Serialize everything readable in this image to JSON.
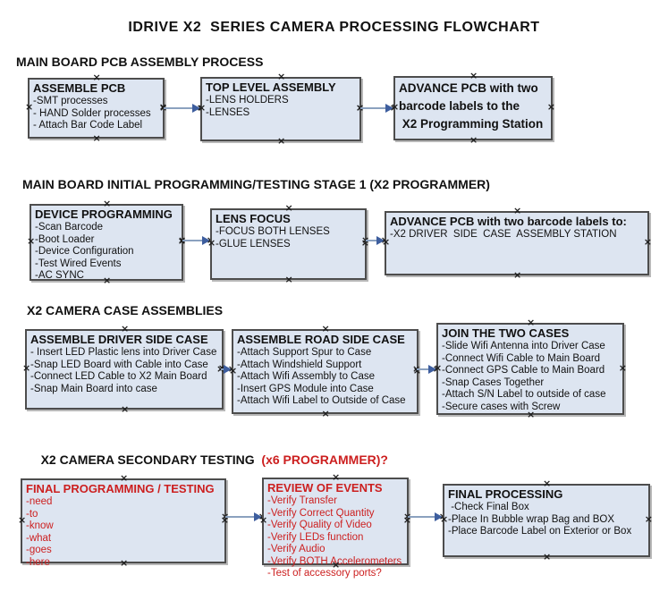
{
  "title": "IDRIVE X2  SERIES CAMERA PROCESSING FLOWCHART",
  "colors": {
    "box_fill": "#dde5f1",
    "box_border": "#4d4d4d",
    "red": "#cc1f1f",
    "arrow_line": "#8ba1bf",
    "arrow_head": "#3e5e9e"
  },
  "sections": [
    {
      "header": "MAIN BOARD PCB ASSEMBLY PROCESS",
      "boxes": [
        {
          "title": "ASSEMBLE PCB",
          "items": [
            "-SMT processes",
            "- HAND Solder processes",
            "- Attach Bar Code Label"
          ]
        },
        {
          "title": "TOP LEVEL ASSEMBLY",
          "items": [
            "-LENS HOLDERS",
            "-LENSES"
          ]
        },
        {
          "title": "ADVANCE PCB with two\nbarcode labels to the\n X2 Programming Station",
          "items": []
        }
      ]
    },
    {
      "header": "MAIN BOARD INITIAL PROGRAMMING/TESTING STAGE 1 (X2 PROGRAMMER)",
      "boxes": [
        {
          "title": "DEVICE PROGRAMMING",
          "items": [
            "-Scan Barcode",
            "-Boot Loader",
            "-Device Configuration",
            "-Test Wired Events",
            "-AC SYNC"
          ]
        },
        {
          "title": "LENS FOCUS",
          "items": [
            "-FOCUS BOTH LENSES",
            "-GLUE LENSES"
          ]
        },
        {
          "title": "ADVANCE PCB with two barcode labels to:",
          "items": [
            "-X2 DRIVER  SIDE  CASE  ASSEMBLY STATION"
          ]
        }
      ]
    },
    {
      "header": "X2 CAMERA CASE ASSEMBLIES",
      "boxes": [
        {
          "title": "ASSEMBLE DRIVER SIDE CASE",
          "items": [
            "- Insert LED Plastic lens into Driver Case",
            "-Snap LED Board with Cable into Case",
            "-Connect LED Cable to X2 Main Board",
            "-Snap Main Board into case"
          ]
        },
        {
          "title": "ASSEMBLE ROAD SIDE CASE",
          "items": [
            "-Attach Support Spur to Case",
            "-Attach Windshield Support",
            "-Attach Wifi Assembly to Case",
            "-Insert GPS Module into Case",
            "-Attach Wifi Label to Outside of Case"
          ]
        },
        {
          "title": "JOIN THE TWO CASES",
          "items": [
            "-Slide Wifi Antenna into Driver Case",
            "-Connect Wifi Cable to Main Board",
            "-Connect GPS Cable to Main Board",
            "-Snap Cases Together",
            "-Attach S/N Label to outside of case",
            "-Secure cases with Screw"
          ]
        }
      ]
    },
    {
      "header": "X2 CAMERA SECONDARY TESTING  ",
      "header_red": "(x6 PROGRAMMER)?",
      "boxes": [
        {
          "title": "FINAL PROGRAMMING / TESTING",
          "items": [
            "-need",
            "-to",
            "-know",
            "-what",
            "-goes",
            "-here"
          ]
        },
        {
          "title": "REVIEW OF EVENTS",
          "items": [
            "-Verify Transfer",
            "-Verify Correct Quantity",
            "-Verify Quality of Video",
            "-Verify LEDs function",
            "-Verify Audio",
            "-Verify BOTH Accelerometers",
            "-Test of accessory ports?"
          ]
        },
        {
          "title": "FINAL PROCESSING",
          "items": [
            " -Check Final Box",
            "-Place In Bubble wrap Bag and BOX",
            "-Place Barcode Label on Exterior or Box"
          ]
        }
      ]
    }
  ]
}
